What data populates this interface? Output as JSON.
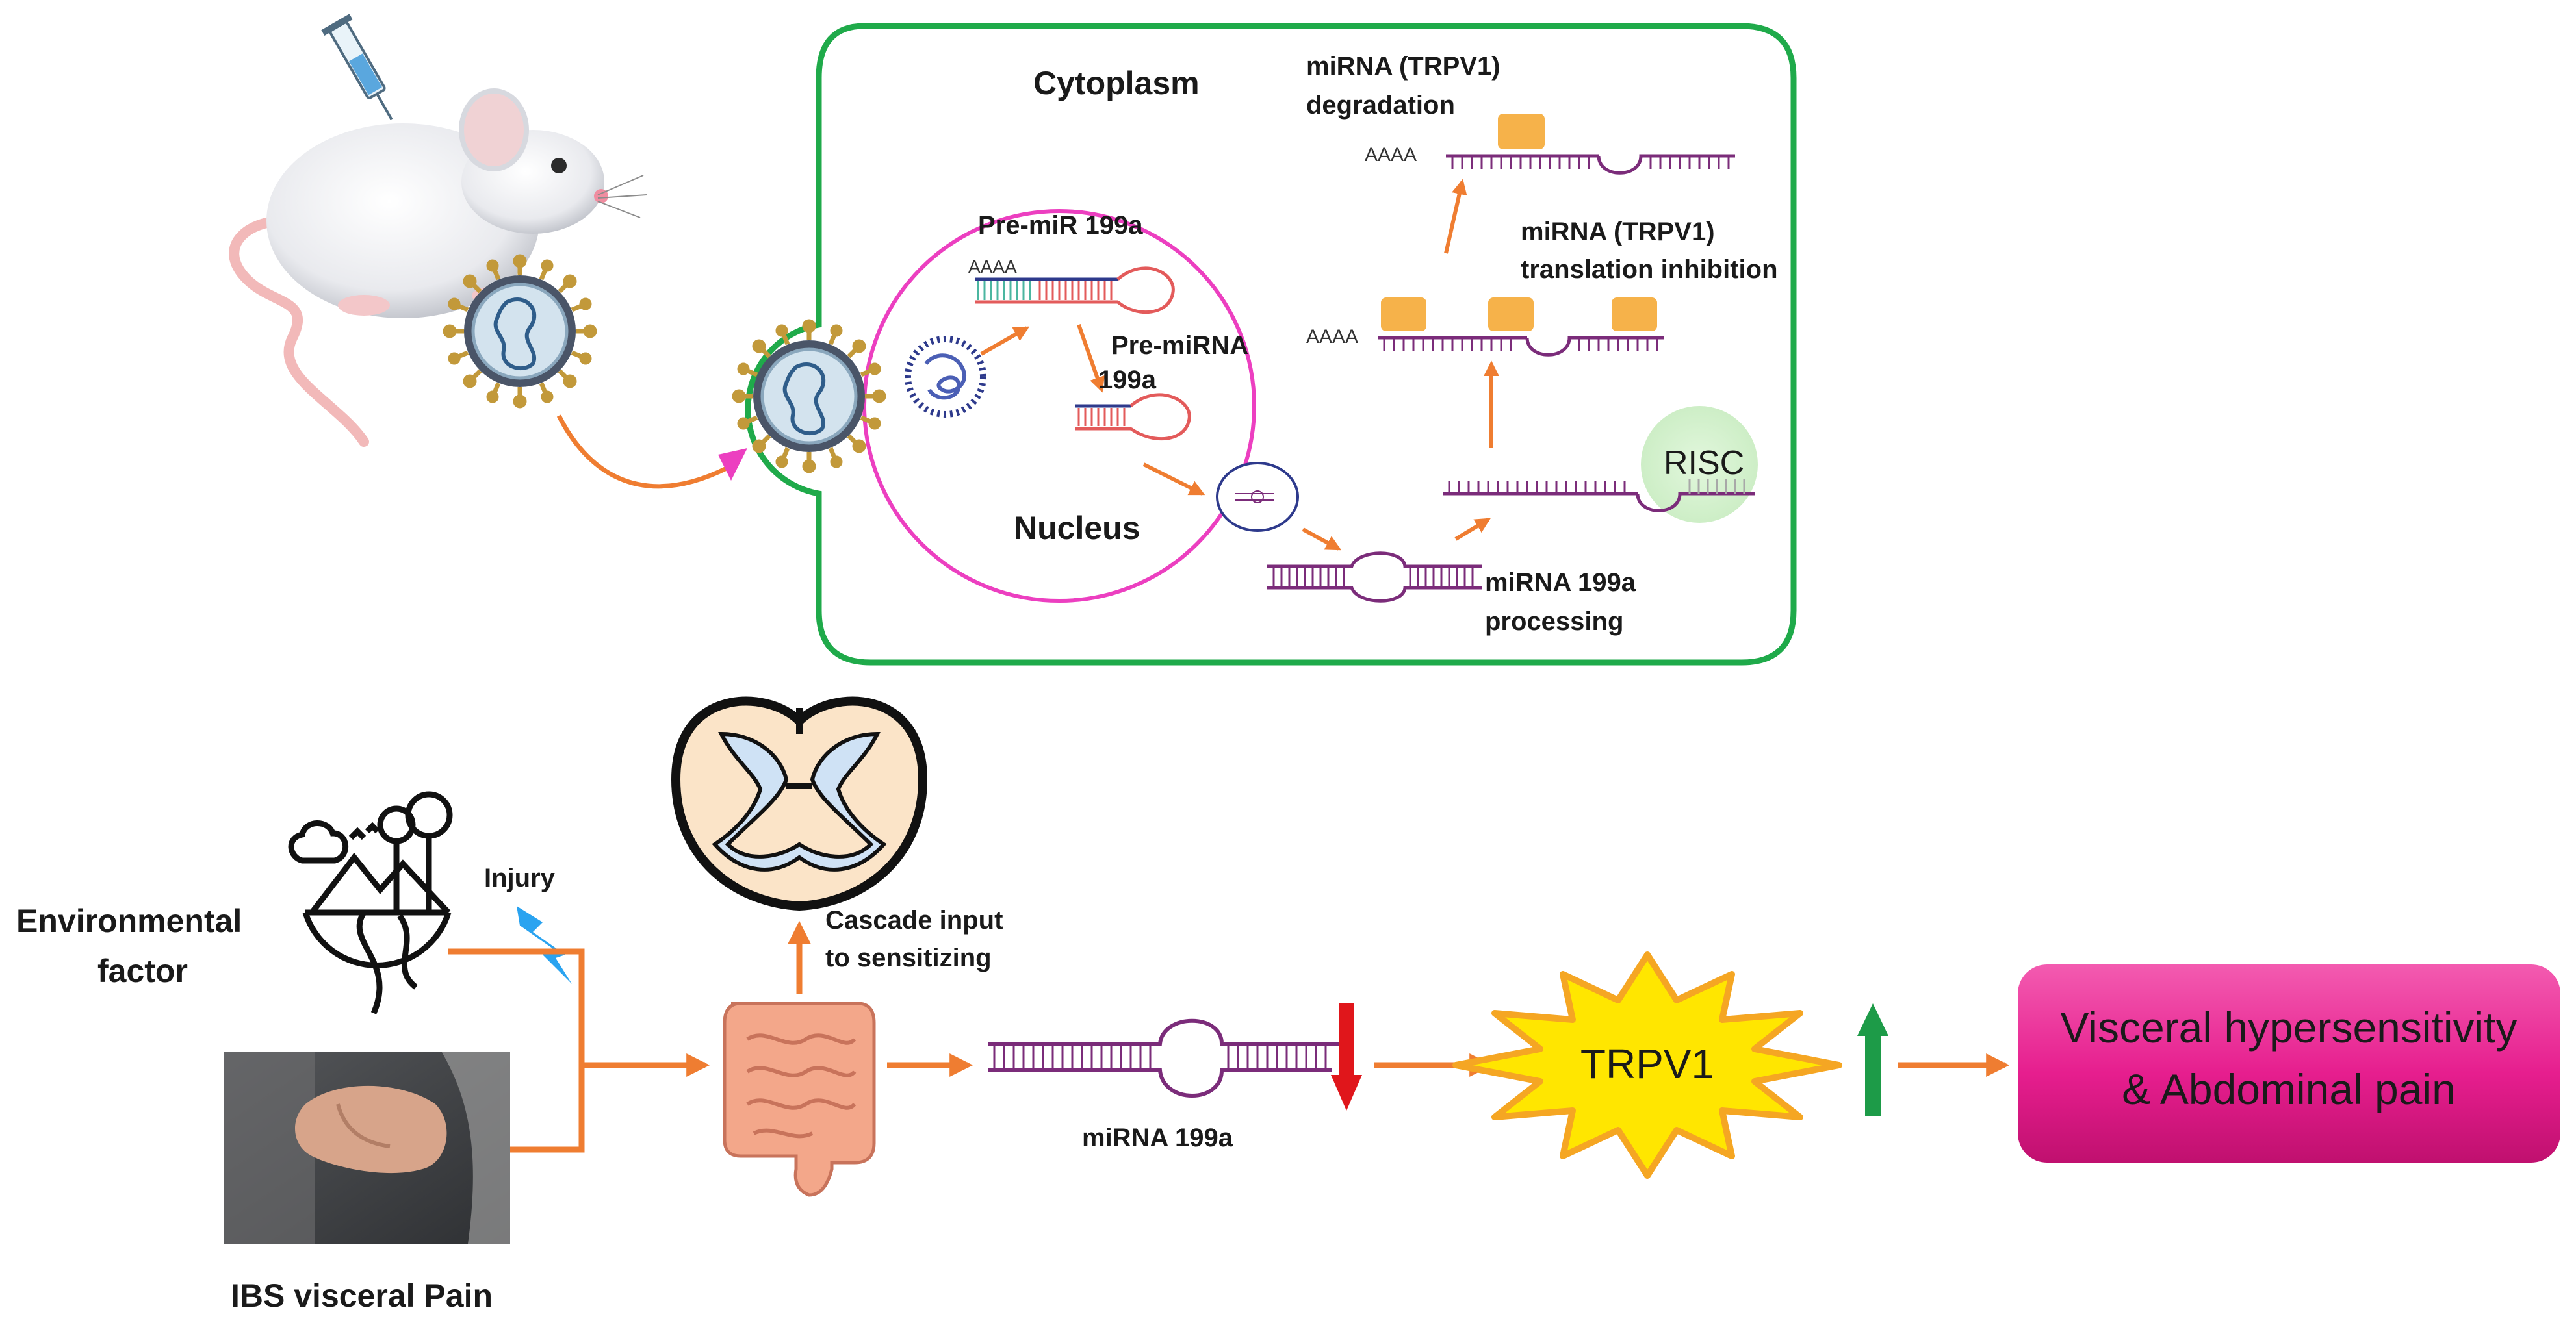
{
  "cell": {
    "cytoplasm_label": "Cytoplasm",
    "nucleus_label": "Nucleus",
    "pre_mir_label": "Pre-miR 199a",
    "pre_mirna_label_line1": "Pre-miRNA",
    "pre_mirna_label_line2": "199a",
    "polya_1": "AAAA",
    "polya_2": "AAAA",
    "polya_3": "AAAA",
    "risc_label": "RISC",
    "processing_line1": "miRNA 199a",
    "processing_line2": "processing",
    "translation_line1": "miRNA (TRPV1)",
    "translation_line2": "translation inhibition",
    "degradation_line1": "miRNA (TRPV1)",
    "degradation_line2": "degradation"
  },
  "pathway": {
    "environmental_line1": "Environmental",
    "environmental_line2": "factor",
    "injury_label": "Injury",
    "ibs_label": "IBS visceral Pain",
    "cascade_line1": "Cascade input",
    "cascade_line2": "to sensitizing",
    "mirna_label": "miRNA 199a",
    "trpv1_label": "TRPV1",
    "outcome_line1": "Visceral hypersensitivity",
    "outcome_line2": "& Abdominal pain"
  },
  "colors": {
    "cell_border": "#1faa4a",
    "nucleus_border": "#ec3fc0",
    "cytoplasm_text": "#f07a21",
    "nucleus_text": "#1faa4a",
    "arrow": "#ef7d31",
    "rna_strand": "#7b2c7a",
    "ribosome": "#f6b24a",
    "risc_fill": "#d4f2cf",
    "down_arrow": "#e0161b",
    "up_arrow": "#1d9b48",
    "trpv1_fill": "#ffe600",
    "outcome_fill": "#e61e8e"
  },
  "icons": {
    "mouse": "mouse-illustration",
    "syringe": "syringe-icon",
    "virus": "aav-virus-icon",
    "landscape": "environment-landscape-icon",
    "lightning": "lightning-bolt-icon",
    "spinal_cord": "spinal-cord-cross-section-icon",
    "intestine": "intestine-icon",
    "abdomen_photo": "abdominal-pain-photo"
  }
}
